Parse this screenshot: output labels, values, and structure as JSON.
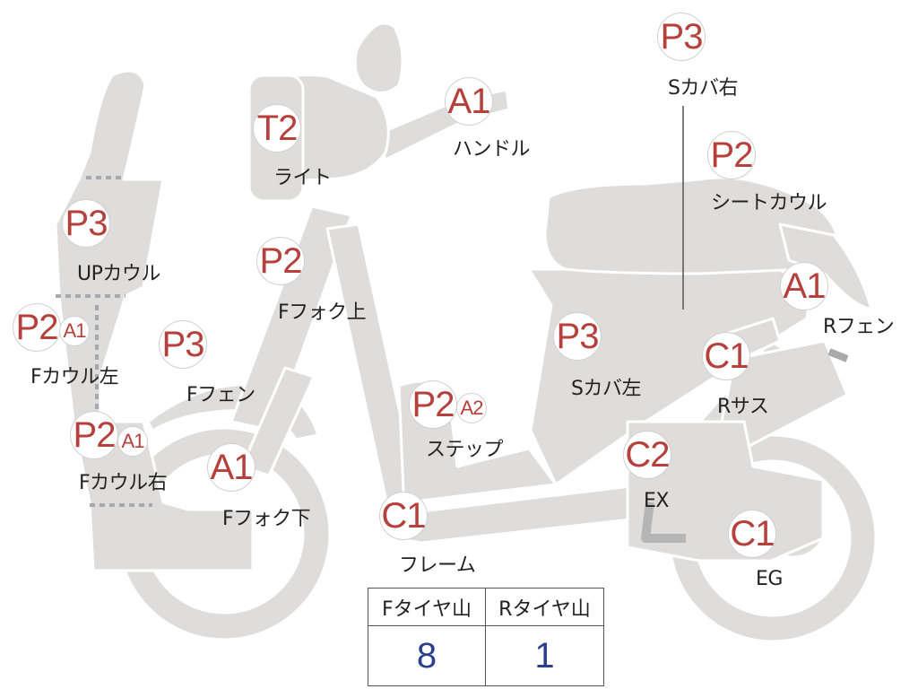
{
  "colors": {
    "body_fill": "#dedddb",
    "outline": "#ffffff",
    "grade_text": "#b5403c",
    "value_text": "#2b3f8f",
    "label_text": "#222222"
  },
  "parts": {
    "handle": {
      "grade": "A1",
      "label": "ハンドル"
    },
    "light": {
      "grade": "T2",
      "label": "ライト"
    },
    "s_cover_right": {
      "grade": "P3",
      "label": "Sカバ右"
    },
    "seat_cowl": {
      "grade": "P2",
      "label": "シートカウル"
    },
    "up_cowl": {
      "grade": "P3",
      "label": "UPカウル"
    },
    "f_fork_upper": {
      "grade": "P2",
      "label": "Fフォク上"
    },
    "r_fender": {
      "grade": "A1",
      "label": "Rフェン"
    },
    "f_cowl_left": {
      "grade": "P2",
      "grade2": "A1",
      "label": "Fカウル左"
    },
    "f_fender": {
      "grade": "P3",
      "label": "Fフェン"
    },
    "s_cover_left": {
      "grade": "P3",
      "label": "Sカバ左"
    },
    "r_suspension": {
      "grade": "C1",
      "label": "Rサス"
    },
    "step": {
      "grade": "P2",
      "grade2": "A2",
      "label": "ステップ"
    },
    "f_cowl_right": {
      "grade": "P2",
      "grade2": "A1",
      "label": "Fカウル右"
    },
    "f_fork_lower": {
      "grade": "A1",
      "label": "Fフォク下"
    },
    "exhaust": {
      "grade": "C2",
      "label": "EX"
    },
    "frame": {
      "grade": "C1",
      "label": "フレーム"
    },
    "engine": {
      "grade": "C1",
      "label": "EG"
    }
  },
  "tread_table": {
    "front_header": "Fタイヤ山",
    "rear_header": "Rタイヤ山",
    "front_value": "8",
    "rear_value": "1"
  }
}
